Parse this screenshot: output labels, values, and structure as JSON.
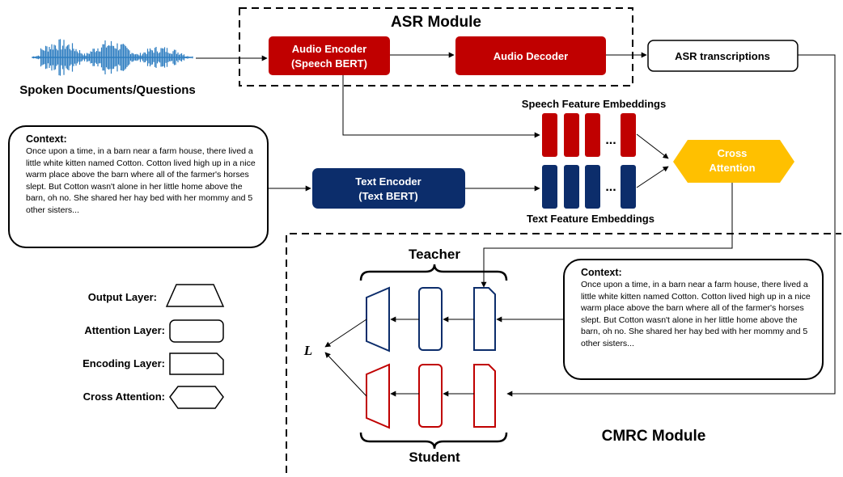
{
  "asr_module": {
    "title": "ASR Module",
    "audio_encoder": {
      "line1": "Audio Encoder",
      "line2": "(Speech BERT)"
    },
    "audio_decoder": "Audio Decoder"
  },
  "spoken_label": "Spoken Documents/Questions",
  "asr_transcriptions": "ASR transcriptions",
  "speech_embeddings_label": "Speech Feature Embeddings",
  "text_embeddings_label": "Text Feature Embeddings",
  "ellipsis": "...",
  "cross_attention": {
    "line1": "Cross",
    "line2": "Attention"
  },
  "text_encoder": {
    "line1": "Text Encoder",
    "line2": "(Text BERT)"
  },
  "context": {
    "title": "Context:",
    "body": "Once upon a time, in a barn near a farm house, there lived a little white kitten named Cotton. Cotton lived high   up in a nice warm place above the barn where all of the farmer's horses slept. But Cotton wasn't alone in her little home above the barn, oh no. She shared her hay bed with her mommy and 5 other sisters..."
  },
  "cmrc_module": {
    "title": "CMRC Module",
    "teacher": "Teacher",
    "student": "Student",
    "loss": "L"
  },
  "legend": {
    "output_layer": "Output Layer:",
    "attention_layer": "Attention Layer:",
    "encoding_layer": "Encoding Layer:",
    "cross_attention": "Cross Attention:"
  },
  "colors": {
    "red": "#c00000",
    "navy": "#0c2d6b",
    "gold": "#ffc000",
    "waveform": "#2f7ec1"
  }
}
